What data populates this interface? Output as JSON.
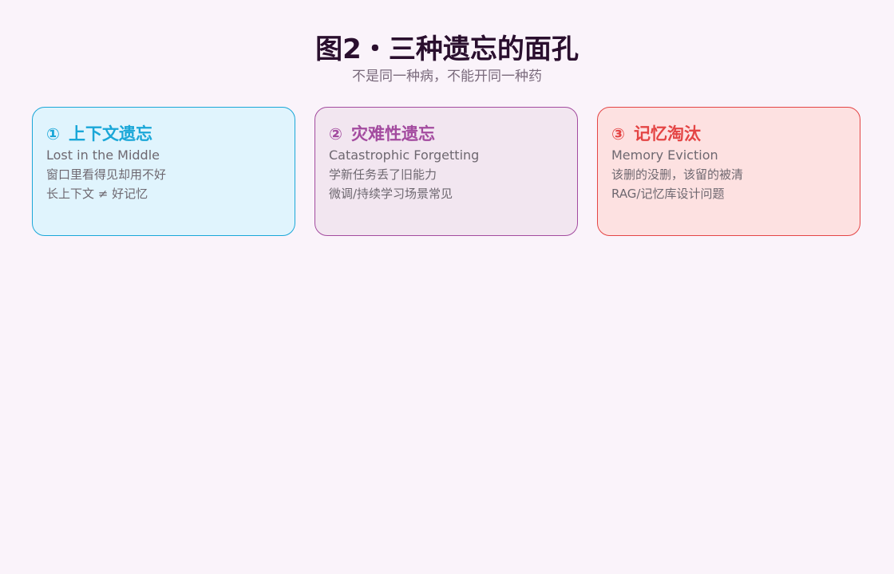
{
  "header": {
    "title": "图2・三种遗忘的面孔",
    "subtitle": "不是同一种病，不能开同一种药"
  },
  "cards": [
    {
      "badge": "①",
      "title": "上下文遗忘",
      "subtitle": "Lost in the Middle",
      "lines": [
        "窗口里看得见却用不好",
        "长上下文 ≠ 好记忆"
      ],
      "accent": "#1aa7d8",
      "fill": "#e0f4fd"
    },
    {
      "badge": "②",
      "title": "灾难性遗忘",
      "subtitle": "Catastrophic Forgetting",
      "lines": [
        "学新任务丢了旧能力",
        "微调/持续学习场景常见"
      ],
      "accent": "#a34b9f",
      "fill": "#f2e6f0"
    },
    {
      "badge": "③",
      "title": "记忆淘汰",
      "subtitle": "Memory Eviction",
      "lines": [
        "该删的没删，该留的被清",
        "RAG/记忆库设计问题"
      ],
      "accent": "#e44545",
      "fill": "#fde1e1"
    }
  ]
}
